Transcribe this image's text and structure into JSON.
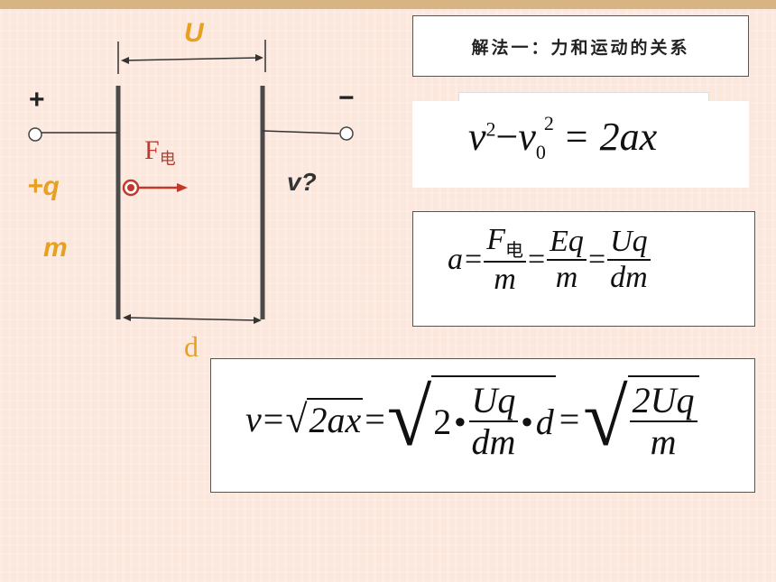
{
  "diagram": {
    "voltage_label": "U",
    "plus_sign": "+",
    "minus_sign": "−",
    "charge_label": "+q",
    "mass_label": "m",
    "force_label": "F",
    "force_sub": "电",
    "velocity_label": "v?",
    "distance_label": "d"
  },
  "method": {
    "title": "解法一：力和运动的关系"
  },
  "eq1": {
    "v": "v",
    "exp2": "2",
    "minus": "−",
    "v0": "v",
    "sub0": "0",
    "exp2b": "2",
    "rhs": "= 2ax"
  },
  "eq2": {
    "lhs": "a",
    "f1_num": "F",
    "f1_num_sub": "电",
    "f1_den": "m",
    "f2_num": "Eq",
    "f2_den": "m",
    "f3_num": "Uq",
    "f3_den": "dm"
  },
  "eq3": {
    "lhs": "v",
    "rad1": "2ax",
    "two": "2",
    "dot": "●",
    "f_num": "Uq",
    "f_den": "dm",
    "d": "d",
    "f2_num": "2Uq",
    "f2_den": "m"
  },
  "colors": {
    "accent": "#e8a021",
    "force": "#c0392b",
    "topbar": "#d9b483",
    "background": "#fce7dc"
  }
}
